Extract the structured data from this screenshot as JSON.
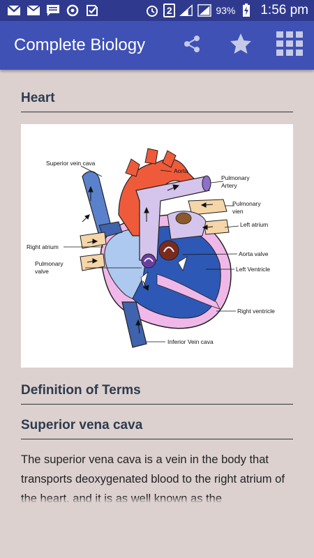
{
  "status_bar": {
    "icons": [
      "gmail-icon",
      "email-icon",
      "message-icon",
      "sync-icon",
      "checklist-icon",
      "alarm-icon",
      "signal-icon"
    ],
    "notification_count": "2",
    "battery": "93%",
    "time": "1:56 pm"
  },
  "app_bar": {
    "title": "Complete Biology",
    "actions": [
      "share-icon",
      "star-icon",
      "grid-icon"
    ],
    "color": "#3f51b5"
  },
  "content": {
    "heading_heart": "Heart",
    "diagram_labels": {
      "superior_vein_cava": "Superior vein cava",
      "aorta": "Aorta",
      "pulmonary_artery_1": "Pulmonary",
      "pulmonary_artery_2": "Artery",
      "pulmonary_vein_1": "Pulmonary",
      "pulmonary_vein_2": "vien",
      "left_atrium": "Left atrium",
      "right_atrium": "Right atrium",
      "aorta_valve": "Aorta valve",
      "pulmonary_valve_1": "Pulmonary",
      "pulmonary_valve_2": "valve",
      "left_ventricle": "Left Ventricle",
      "right_ventricle": "Right ventricle",
      "inferior_vein_cava": "Inferior Vein cava"
    },
    "heading_definitions": "Definition of Terms",
    "heading_svc": "Superior vena cava",
    "paragraph": "The superior vena cava is a vein in the body that transports deoxygenated blood to the right atrium of the heart, and it is as well known as the"
  }
}
